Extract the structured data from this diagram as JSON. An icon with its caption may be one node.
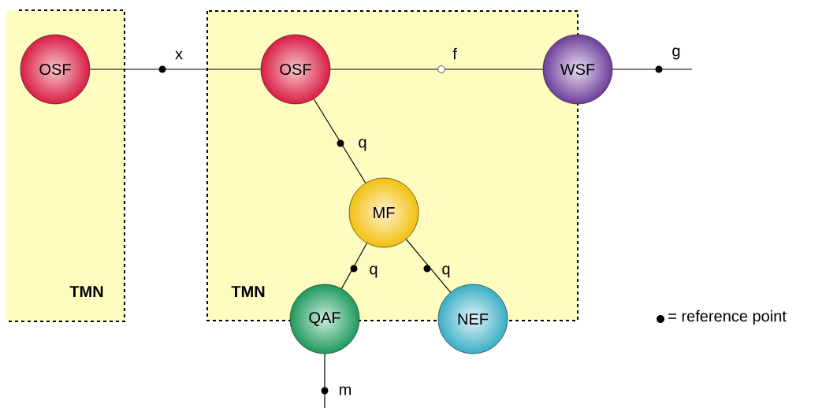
{
  "diagram": {
    "nodes": [
      {
        "text": [
          "TMN"
        ]
      },
      {
        "text": [
          "OSF"
        ],
        "in": 0
      },
      {
        "text": [
          "TMN"
        ]
      },
      {
        "text": [
          "OSF"
        ],
        "in": 2
      },
      {
        "text": [
          "WSF"
        ]
      },
      {
        "text": [
          "MF"
        ],
        "in": 2
      },
      {
        "text": [
          "QAF"
        ]
      },
      {
        "text": [
          "NEF"
        ]
      }
    ],
    "edges": [
      {
        "from": 1,
        "to": 3,
        "arrow": "none",
        "label": "x"
      },
      {
        "from": 3,
        "to": 4,
        "arrow": "none",
        "label": "f"
      },
      {
        "from": 4,
        "to": null,
        "arrow": "none",
        "label": "g"
      },
      {
        "from": 3,
        "to": 5,
        "arrow": "none",
        "label": "q"
      },
      {
        "from": 5,
        "to": 6,
        "arrow": "none",
        "label": "q"
      },
      {
        "from": 5,
        "to": 7,
        "arrow": "none",
        "label": "q"
      },
      {
        "from": 6,
        "to": null,
        "arrow": "none",
        "label": "m"
      }
    ],
    "legend": [
      {
        "text": "= reference point"
      }
    ]
  }
}
